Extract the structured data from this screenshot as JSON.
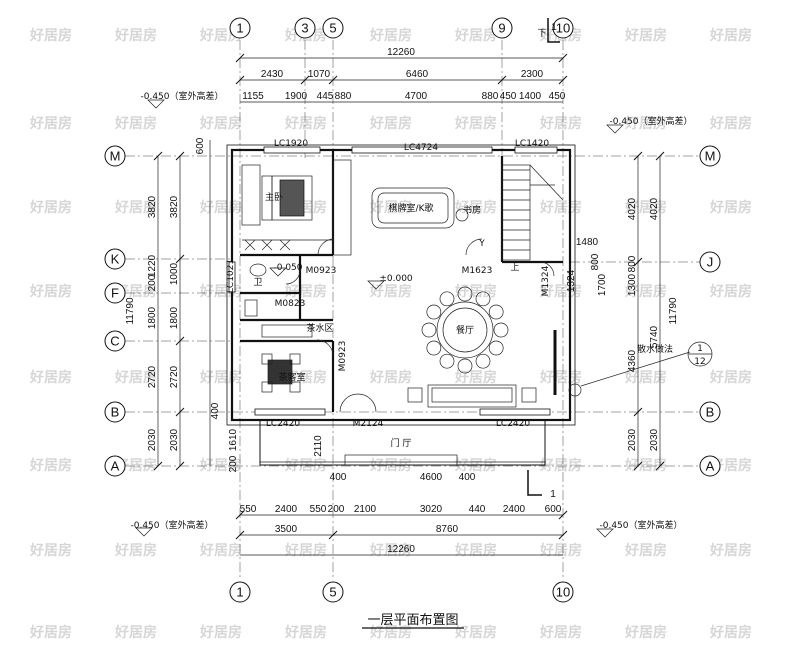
{
  "title": "一层平面布置图",
  "watermark": "好居房",
  "axes": {
    "top": [
      "1",
      "3",
      "5",
      "9",
      "10"
    ],
    "bottom": [
      "1",
      "5",
      "10"
    ],
    "left": [
      "M",
      "K",
      "F",
      "C",
      "B",
      "A"
    ],
    "right": [
      "M",
      "J",
      "B",
      "A"
    ]
  },
  "dims_top_total": "12260",
  "dims_top_mid": [
    "2430",
    "1070",
    "6460",
    "2300"
  ],
  "dims_top_fine": [
    "1155",
    "1900",
    "445",
    "880",
    "4700",
    "880",
    "450",
    "1400",
    "450"
  ],
  "dims_bottom_total": "12260",
  "dims_bottom_mid": [
    "3500",
    "8760"
  ],
  "dims_bottom_fine": [
    "550",
    "2400",
    "550",
    "200",
    "2100",
    "3020",
    "440",
    "2400",
    "600"
  ],
  "dims_bottom_inner": [
    "400",
    "4600",
    "400"
  ],
  "dims_left_total": "11790",
  "dims_left_seg": [
    "3820",
    "1220",
    "200",
    "1800",
    "2720",
    "2030"
  ],
  "dims_left_seg2": [
    "3820",
    "1000",
    "1800",
    "2720",
    "2030"
  ],
  "dims_right_total": "11790",
  "dims_right_seg": [
    "4020",
    "5740",
    "2030"
  ],
  "dims_right_seg2": [
    "4020",
    "1300",
    "800",
    "4360",
    "2030"
  ],
  "dims_right_misc": [
    "1480",
    "800",
    "1324",
    "1700"
  ],
  "dims_left_misc": [
    "600",
    "400",
    "200",
    "1610",
    "2110"
  ],
  "levels": [
    "-0.450（室外高差）",
    "-0.450（室外高差）",
    "-0.450（室外高差）",
    "-0.450（室外高差）",
    "-0.050",
    "±0.000"
  ],
  "windows": [
    "LC1920",
    "LC4724",
    "LC1420",
    "LC1021",
    "LC2420",
    "LC2420"
  ],
  "doors": [
    "M0923",
    "M0823",
    "M0923",
    "M1623",
    "M2124",
    "M1324"
  ],
  "rooms": [
    "主卧",
    "棋牌室/K歌",
    "卫",
    "茶水区",
    "餐厅",
    "茶客室",
    "门 厅",
    "书房"
  ],
  "marks": [
    "Y",
    "上",
    "下",
    "1",
    "1",
    "散水做法",
    "1",
    "12"
  ]
}
